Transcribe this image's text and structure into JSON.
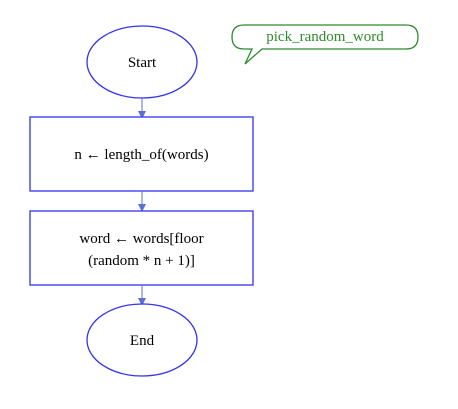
{
  "colors": {
    "shape_stroke": "#3333ee",
    "shape_fill": "#ffffff",
    "connector": "#5a6fd6",
    "label_color": "#2e8b2e",
    "text": "#000000"
  },
  "callout": {
    "text": "pick_random_word"
  },
  "flowchart": {
    "start_label": "Start",
    "step1_label": "n ← length_of(words)",
    "step2_line1": "word ← words[floor",
    "step2_line2": "(random * n + 1)]",
    "end_label": "End"
  }
}
